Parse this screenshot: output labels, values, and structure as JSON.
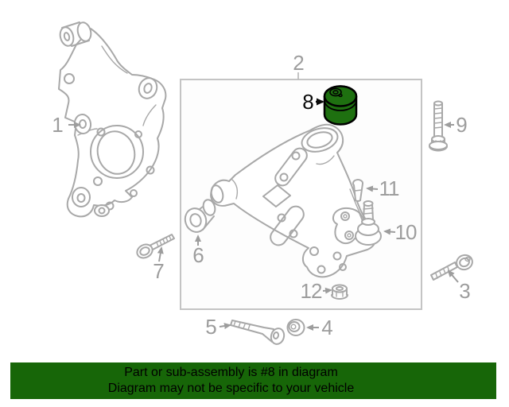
{
  "banner": {
    "line1": "Part or sub-assembly is #8 in diagram",
    "line2": "Diagram may not be specific to your vehicle",
    "background": "#176608",
    "text_color": "#000000"
  },
  "diagram": {
    "labels": [
      "1",
      "2",
      "3",
      "4",
      "5",
      "6",
      "7",
      "8",
      "9",
      "10",
      "11",
      "12"
    ],
    "highlighted_label": "8",
    "highlight_fill": "#1e7010",
    "highlight_outline": "#000000",
    "line_color": "#a8a8a8",
    "label_color": "#9d9d9d"
  }
}
